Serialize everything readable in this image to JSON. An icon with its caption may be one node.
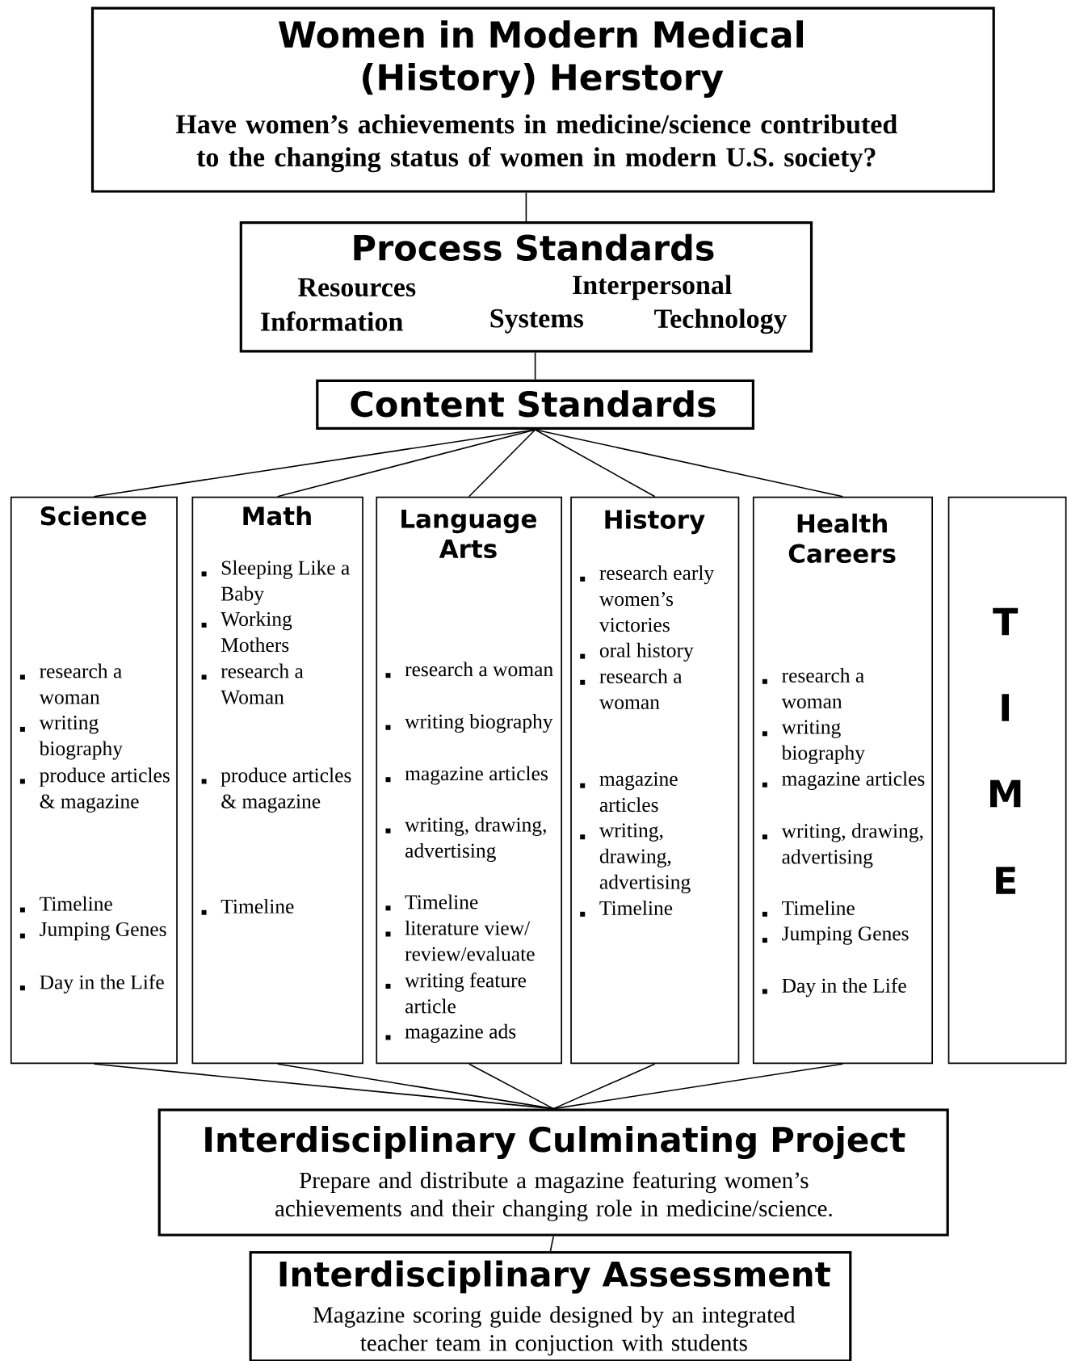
{
  "diagram": {
    "nodes": [
      {
        "text": [
          "Women in Modern Medical (History) Herstory",
          "Have women’s achievements in medicine/science contributed to the changing status of women in modern U.S. society?"
        ]
      },
      {
        "text": [
          "Process Standards",
          "Resources",
          "Interpersonal",
          "Information",
          "Systems",
          "Technology"
        ]
      },
      {
        "text": [
          "Content Standards"
        ]
      },
      {
        "text": [
          "Science",
          "research a woman",
          "writing biography",
          "produce articles & magazine",
          "Timeline",
          "Jumping Genes",
          "Day in the Life"
        ]
      },
      {
        "text": [
          "Math",
          "Sleeping Like a Baby",
          "Working Mothers",
          "research a Woman",
          "produce articles & magazine",
          "Timeline"
        ]
      },
      {
        "text": [
          "Language Arts",
          "research a woman",
          "writing biography",
          "magazine articles",
          "writing, drawing, advertising",
          "Timeline",
          "literature view/ review/evaluate",
          "writing feature article",
          "magazine ads"
        ]
      },
      {
        "text": [
          "History",
          "research early women’s victories",
          "oral history",
          "research a woman",
          "magazine articles",
          "writing, drawing, advertising",
          "Timeline"
        ]
      },
      {
        "text": [
          "Health Careers",
          "research a woman",
          "writing biography",
          "magazine articles",
          "writing, drawing, advertising",
          "Timeline",
          "Jumping Genes",
          "Day in the Life"
        ]
      },
      {
        "text": [
          "T",
          "I",
          "M",
          "E"
        ]
      },
      {
        "text": [
          "Interdisciplinary Culminating Project",
          "Prepare and distribute a magazine featuring women’s achievements and their changing role in medicine/science."
        ]
      },
      {
        "text": [
          "Interdisciplinary Assessment",
          "Magazine scoring guide designed by an integrated teacher team in conjuction with students"
        ]
      }
    ],
    "edges": [
      {
        "from": 0,
        "to": 1,
        "arrow": "none"
      },
      {
        "from": 1,
        "to": 2,
        "arrow": "none"
      },
      {
        "from": 2,
        "to": 3,
        "arrow": "none"
      },
      {
        "from": 2,
        "to": 4,
        "arrow": "none"
      },
      {
        "from": 2,
        "to": 5,
        "arrow": "none"
      },
      {
        "from": 2,
        "to": 6,
        "arrow": "none"
      },
      {
        "from": 2,
        "to": 7,
        "arrow": "none"
      },
      {
        "from": 3,
        "to": 9,
        "arrow": "none"
      },
      {
        "from": 4,
        "to": 9,
        "arrow": "none"
      },
      {
        "from": 5,
        "to": 9,
        "arrow": "none"
      },
      {
        "from": 6,
        "to": 9,
        "arrow": "none"
      },
      {
        "from": 7,
        "to": 9,
        "arrow": "none"
      },
      {
        "from": 9,
        "to": 10,
        "arrow": "none"
      }
    ]
  }
}
